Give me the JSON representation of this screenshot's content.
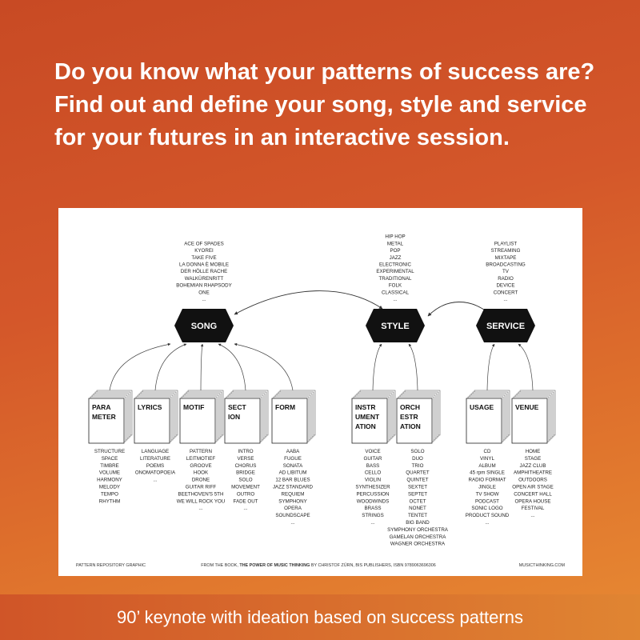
{
  "headline": "Do you know what your patterns of success are? Find out and define your song, style and service for your futures in an interactive session.",
  "footer": "90’ keynote with ideation based on success patterns",
  "diagram": {
    "hubs": [
      {
        "label": "SONG",
        "list": [
          "ACE OF SPADES",
          "KYOREI",
          "TAKE FIVE",
          "LA DONNA È MOBILE",
          "DER HÖLLE RACHE",
          "WALKÜRENRITT",
          "BOHEMIAN RHAPSODY",
          "ONE",
          "..."
        ]
      },
      {
        "label": "STYLE",
        "list": [
          "HIP HOP",
          "METAL",
          "POP",
          "JAZZ",
          "ELECTRONIC",
          "EXPERIMENTAL",
          "TRADITIONAL",
          "FOLK",
          "CLASSICAL",
          "..."
        ]
      },
      {
        "label": "SERVICE",
        "list": [
          "PLAYLIST",
          "STREAMING",
          "MIXTAPE",
          "BROADCASTING",
          "TV",
          "RADIO",
          "DEVICE",
          "CONCERT",
          "..."
        ]
      }
    ],
    "cards": [
      {
        "label": [
          "PARA",
          "METER"
        ],
        "list": [
          "STRUCTURE",
          "SPACE",
          "TIMBRE",
          "VOLUME",
          "HARMONY",
          "MELODY",
          "TEMPO",
          "RHYTHM"
        ]
      },
      {
        "label": [
          "LYRICS"
        ],
        "list": [
          "LANGUAGE",
          "LITERATURE",
          "POEMS",
          "ONOMATOPOEIA",
          "..."
        ]
      },
      {
        "label": [
          "MOTIF"
        ],
        "list": [
          "PATTERN",
          "LEITMOTIEF",
          "GROOVE",
          "HOOK",
          "DRONE",
          "GUITAR RIFF",
          "BEETHOVEN'S 5TH",
          "WE WILL ROCK YOU",
          "..."
        ]
      },
      {
        "label": [
          "SECT",
          "ION"
        ],
        "list": [
          "INTRO",
          "VERSE",
          "CHORUS",
          "BRIDGE",
          "SOLO",
          "MOVEMENT",
          "OUTRO",
          "FADE OUT",
          "..."
        ]
      },
      {
        "label": [
          "FORM"
        ],
        "list": [
          "AABA",
          "FUGUE",
          "SONATA",
          "AD LIBITUM",
          "12 BAR BLUES",
          "JAZZ STANDARD",
          "REQUIEM",
          "SYMPHONY",
          "OPERA",
          "SOUNDSCAPE",
          "..."
        ]
      },
      {
        "label": [
          "INSTR",
          "UMENT",
          "ATION"
        ],
        "list": [
          "VOICE",
          "GUITAR",
          "BASS",
          "CELLO",
          "VIOLIN",
          "SYNTHESIZER",
          "PERCUSSION",
          "WOODWINDS",
          "BRASS",
          "STRINGS",
          "..."
        ]
      },
      {
        "label": [
          "ORCH",
          "ESTR",
          "ATION"
        ],
        "list": [
          "SOLO",
          "DUO",
          "TRIO",
          "QUARTET",
          "QUINTET",
          "SEXTET",
          "SEPTET",
          "OCTET",
          "NONET",
          "TENTET",
          "BIG BAND",
          "SYMPHONY ORCHESTRA",
          "GAMELAN ORCHESTRA",
          "WAGNER ORCHESTRA"
        ]
      },
      {
        "label": [
          "USAGE"
        ],
        "list": [
          "CD",
          "VINYL",
          "ALBUM",
          "45 rpm SINGLE",
          "RADIO FORMAT",
          "JINGLE",
          "TV SHOW",
          "PODCAST",
          "SONIC LOGO",
          "PRODUCT SOUND",
          "..."
        ]
      },
      {
        "label": [
          "VENUE"
        ],
        "list": [
          "HOME",
          "STAGE",
          "JAZZ CLUB",
          "AMPHITHEATRE",
          "OUTDOORS",
          "OPEN AIR STAGE",
          "CONCERT HALL",
          "OPERA HOUSE",
          "FESTIVAL",
          "..."
        ]
      }
    ],
    "footer_left": "PATTERN REPOSITORY GRAPHIC",
    "footer_center_prefix": "FROM THE BOOK, ",
    "footer_center_title": "THE POWER OF MUSIC THINKING",
    "footer_center_suffix": " BY CHRISTOF ZÜRN, BIS PUBLISHERS, ISBN 9789063696306",
    "footer_right": "MUSICTHINKING.COM"
  }
}
